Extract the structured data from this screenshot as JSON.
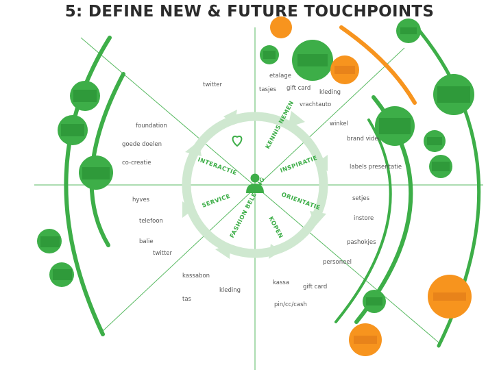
{
  "title": "5: DEFINE NEW & FUTURE TOUCHPOINTS",
  "colors": {
    "green": "#3dae48",
    "dark_green": "#2f9a3a",
    "light_green": "#cfe8d0",
    "orange": "#f7941e",
    "dark_orange": "#e8831a",
    "line": "#3dae48"
  },
  "icons": {
    "center": "person-icon",
    "heart": "heart-icon"
  },
  "phases": [
    {
      "label": "KENNIS NEMEN"
    },
    {
      "label": "INSPIRATIE"
    },
    {
      "label": "ORIENTATIE"
    },
    {
      "label": "KOPEN"
    },
    {
      "label": "FASHION BELEVING"
    },
    {
      "label": "SERVICE"
    },
    {
      "label": "INTERACTIE"
    }
  ],
  "touchpoints": [
    "etalage",
    "tasjes",
    "gift card",
    "kleding",
    "vrachtauto",
    "twitter",
    "foundation",
    "goede doelen",
    "co-creatie",
    "winkel",
    "brand videos",
    "labels presentatie",
    "setjes",
    "instore",
    "pashokjes",
    "personeel",
    "kassa",
    "gift card",
    "pin/cc/cash",
    "kassabon",
    "kleding",
    "tas",
    "hyves",
    "telefoon",
    "balie",
    "twitter"
  ]
}
